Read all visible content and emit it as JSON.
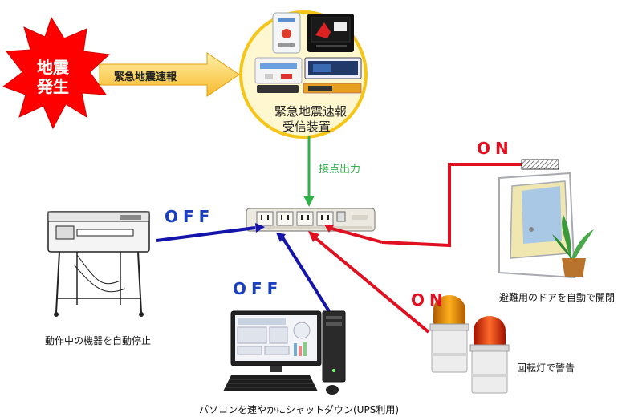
{
  "burst": {
    "line1": "地震",
    "line2": "発生"
  },
  "alert_arrow": {
    "label": "緊急地震速報"
  },
  "receiver": {
    "line1": "緊急地震速報",
    "line2": "受信装置"
  },
  "contact": {
    "label": "接点出力"
  },
  "signals": {
    "printer": "OFF",
    "pc": "OFF",
    "lamp": "ON",
    "door": "ON"
  },
  "captions": {
    "printer": "動作中の機器を自動停止",
    "pc": "パソコンを速やかにシャットダウン(UPS利用)",
    "lamp": "回転灯で警告",
    "door": "避難用のドアを自動で開閉"
  },
  "colors": {
    "burst": "#ff0000",
    "arrow": "#ffd24d",
    "circle_border": "#f5c518",
    "circle_fill": "#fff7cf",
    "contact": "#2fb24a",
    "off_line": "#1414aa",
    "on_line": "#e01020",
    "off_text": "#1a3fbf",
    "on_text": "#e01020"
  },
  "icons": [
    "explosion-burst-icon",
    "receiver-device-icon",
    "power-strip-icon",
    "plotter-printer-icon",
    "desktop-pc-icon",
    "rotating-lamp-icon",
    "door-icon",
    "plant-icon"
  ]
}
